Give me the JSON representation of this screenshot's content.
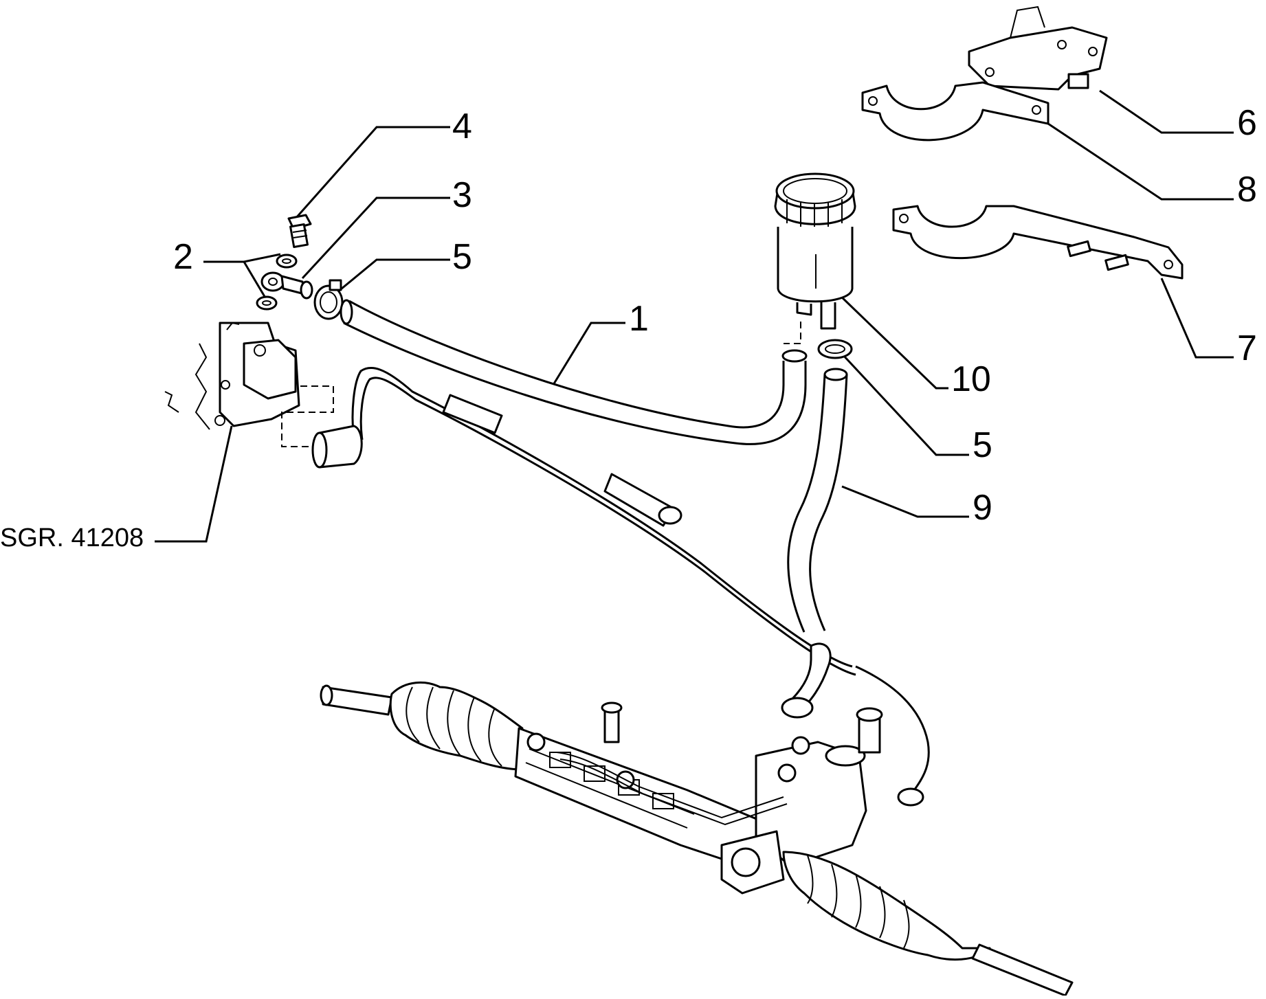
{
  "diagram": {
    "reference_label": "SGR. 41208",
    "callouts": {
      "c1": "1",
      "c2": "2",
      "c3": "3",
      "c4": "4",
      "c5a": "5",
      "c5b": "5",
      "c6": "6",
      "c7": "7",
      "c8": "8",
      "c9": "9",
      "c10": "10"
    }
  }
}
